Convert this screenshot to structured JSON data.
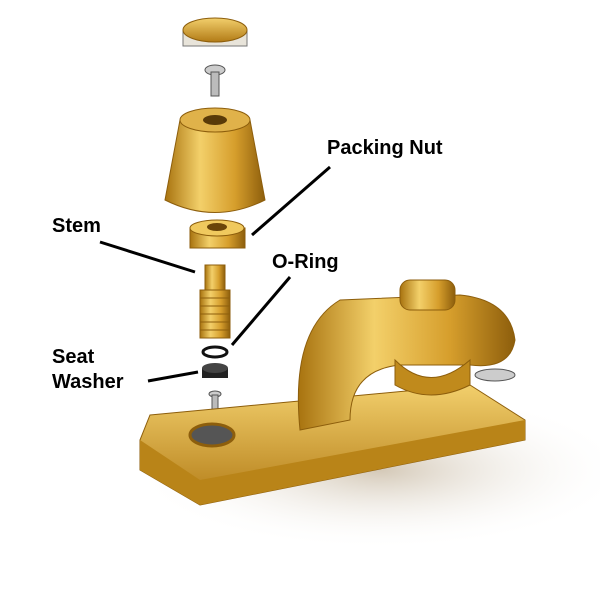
{
  "labels": {
    "packing_nut": "Packing Nut",
    "stem": "Stem",
    "o_ring": "O-Ring",
    "seat": "Seat",
    "washer": "Washer"
  },
  "colors": {
    "brass": "#d9a532",
    "brass_light": "#f5d77a",
    "brass_dark": "#9a6a12",
    "line": "#000000"
  }
}
